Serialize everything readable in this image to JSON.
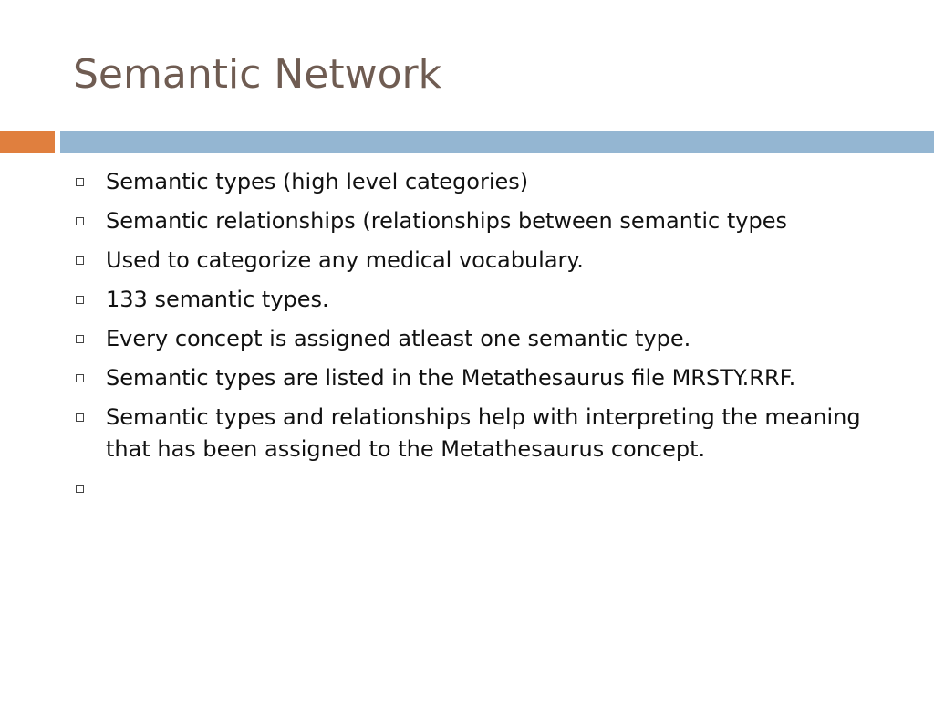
{
  "slide": {
    "title": "Semantic Network",
    "bullets": [
      "Semantic types (high level categories)",
      "Semantic relationships (relationships between semantic types",
      "Used to categorize any medical vocabulary.",
      "133 semantic types.",
      "Every concept is assigned atleast one semantic type.",
      "Semantic types are listed in the Metathesaurus file MRSTY.RRF.",
      "Semantic types and relationships help with interpreting the meaning that has been assigned to the Metathesaurus concept.",
      ""
    ],
    "bullet_icon": "hollow-square-icon"
  },
  "colors": {
    "title": "#6f5c52",
    "accent_bar": "#e07f3e",
    "main_bar": "#94b6d2",
    "text": "#111111"
  }
}
